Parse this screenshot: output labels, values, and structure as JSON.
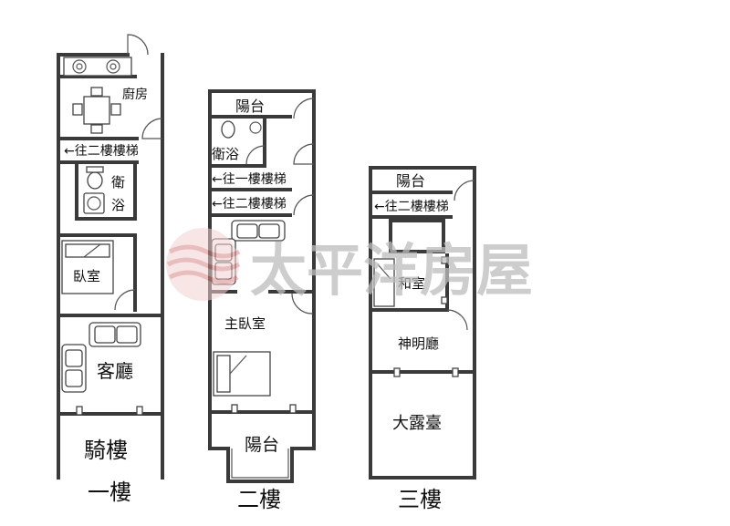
{
  "floors": [
    {
      "name": "一樓",
      "rooms": {
        "kitchen": "廚房",
        "stairs": "←往二樓樓梯",
        "bath_1": "衛",
        "bath_2": "浴",
        "bedroom": "臥室",
        "living": "客廳",
        "arcade": "騎樓"
      }
    },
    {
      "name": "二樓",
      "rooms": {
        "balcony_back": "陽台",
        "bath": "衛浴",
        "stairs_down": "←往一樓樓梯",
        "stairs_up": "←往二樓樓梯",
        "master": "主臥室",
        "balcony_front": "陽台"
      }
    },
    {
      "name": "三樓",
      "rooms": {
        "balcony": "陽台",
        "stairs": "←往二樓樓梯",
        "tatami": "和室",
        "altar": "神明廳",
        "terrace": "大露臺"
      }
    }
  ],
  "watermark": {
    "text": "太平洋房屋",
    "logo_icon": "pacific-wave-logo-icon",
    "logo_color": "#e8a3a3"
  }
}
